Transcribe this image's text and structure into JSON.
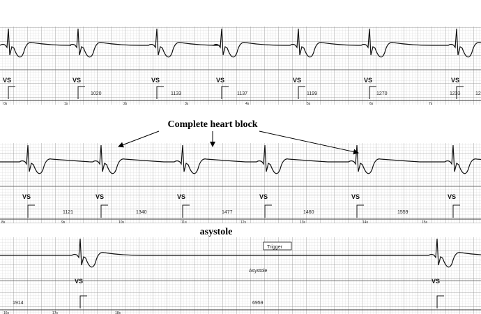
{
  "annotations": {
    "heart_block_label": "Complete heart block",
    "asystole_label": "asystole"
  },
  "strips": [
    {
      "markers": [
        "VS",
        "VS",
        "VS",
        "VS",
        "VS",
        "VS",
        "VS"
      ],
      "intervals": [
        "1020",
        "1133",
        "1137",
        "1199",
        "1270",
        "1233",
        "12"
      ],
      "time_labels": [
        "0s",
        "1s",
        "2s",
        "3s",
        "4s",
        "5s",
        "6s",
        "7s"
      ]
    },
    {
      "markers": [
        "VS",
        "VS",
        "VS",
        "VS",
        "VS",
        "VS"
      ],
      "intervals": [
        "1121",
        "1340",
        "1477",
        "1460",
        "1559"
      ],
      "time_labels": [
        "8s",
        "9s",
        "10s",
        "11s",
        "12s",
        "13s",
        "14s",
        "15s"
      ]
    },
    {
      "markers": [
        "VS",
        "VS"
      ],
      "intervals": [
        "1914",
        "6959"
      ],
      "time_labels": [
        "16s",
        "17s",
        "18s"
      ],
      "trigger_label": "Trigger",
      "asystole_label": "Asystole"
    }
  ],
  "colors": {
    "grid_minor": "#c9c9c9",
    "grid_major": "#8a8a8a",
    "trace": "#111111"
  }
}
